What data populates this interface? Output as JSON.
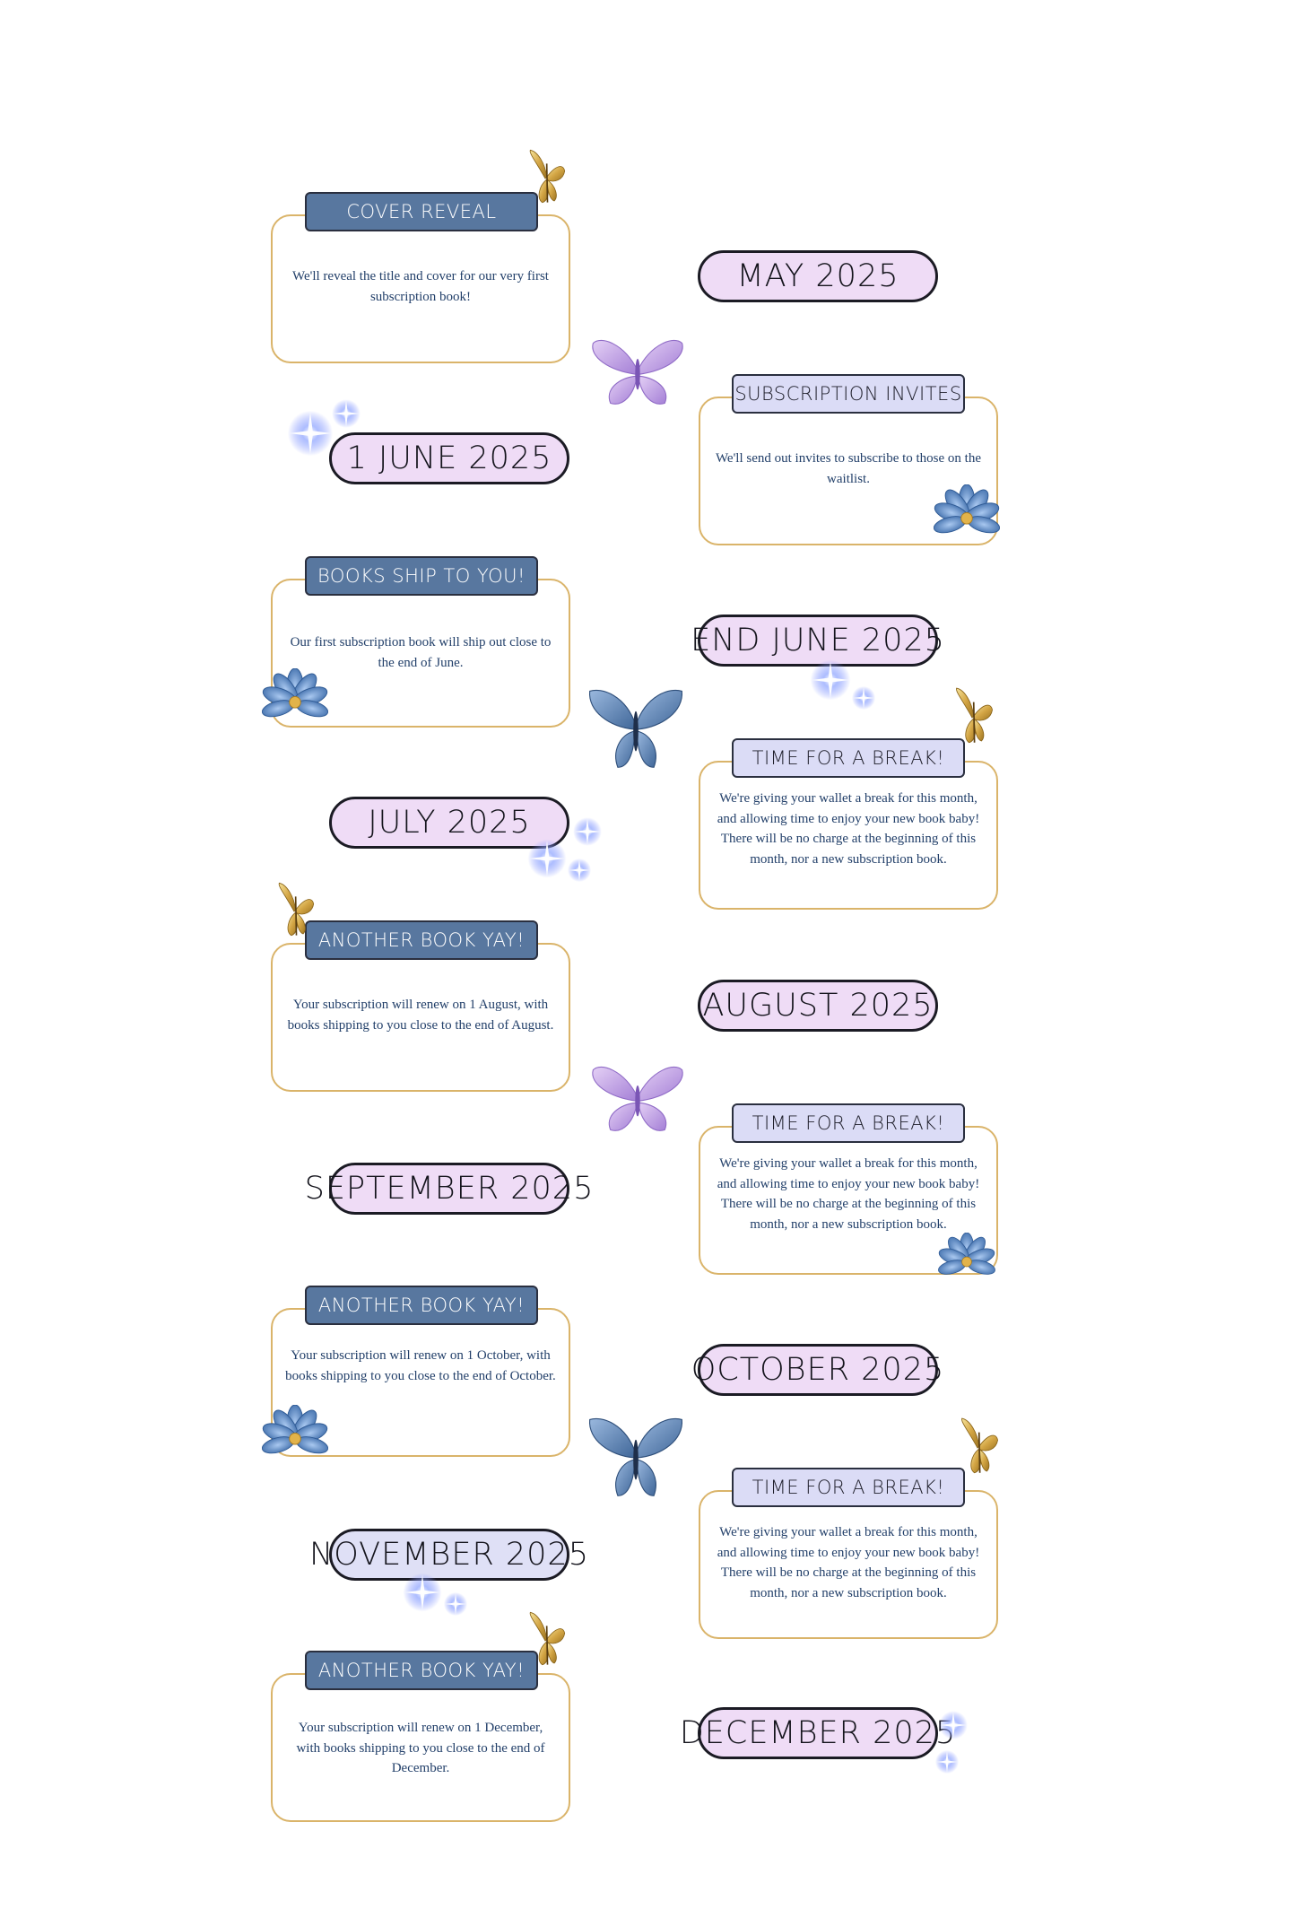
{
  "months": [
    "MAY 2025",
    "1 JUNE 2025",
    "END JUNE 2025",
    "JULY 2025",
    "AUGUST 2025",
    "SEPTEMBER 2025",
    "OCTOBER 2025",
    "NOVEMBER 2025",
    "DECEMBER 2025"
  ],
  "events": [
    {
      "title": "COVER REVEAL",
      "text": "We'll reveal the title and cover for our very first subscription book!"
    },
    {
      "title": "SUBSCRIPTION INVITES",
      "text": "We'll send out invites to subscribe to those on the waitlist."
    },
    {
      "title": "BOOKS SHIP TO YOU!",
      "text": "Our first subscription book will ship out close to the end of June."
    },
    {
      "title": "TIME FOR A BREAK!",
      "text": "We're giving your wallet a break for this month, and allowing time to enjoy your new book baby! There will be no charge at the beginning of this month, nor a new subscription book."
    },
    {
      "title": "ANOTHER BOOK YAY!",
      "text": "Your subscription will renew on 1 August, with books shipping to you close to the end of August."
    },
    {
      "title": "TIME FOR A BREAK!",
      "text": "We're giving your wallet a break for this month, and allowing time to enjoy your new book baby! There will be no charge at the beginning of this month, nor a new subscription book."
    },
    {
      "title": "ANOTHER BOOK YAY!",
      "text": "Your subscription will renew on 1 October, with books shipping to you close to the end of October."
    },
    {
      "title": "TIME FOR A BREAK!",
      "text": "We're giving your wallet a break for this month, and allowing time to enjoy your new book baby! There will be no charge at the beginning of this month, nor a new subscription book."
    },
    {
      "title": "ANOTHER BOOK YAY!",
      "text": "Your subscription will renew on 1 December, with books shipping to you close to the end of December."
    }
  ],
  "colors": {
    "pill_pink": "#efdcf6",
    "pill_lavender": "#dfe0f6",
    "label_blue": "#58779f",
    "label_lavender": "#dbdcf6",
    "card_border_gold": "#dab46a",
    "body_text": "#23406a"
  },
  "decorations": [
    "gold-butterfly-icon",
    "purple-butterfly-icon",
    "blue-butterfly-icon",
    "blue-flower-icon",
    "sparkle-icon"
  ]
}
